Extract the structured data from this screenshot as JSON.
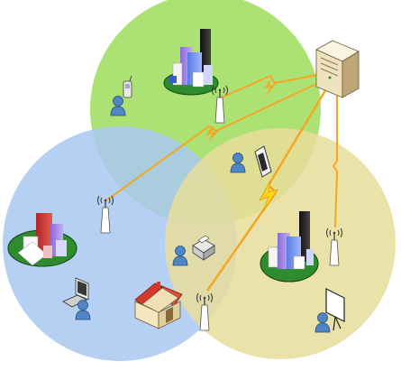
{
  "diagram": {
    "cells": [
      {
        "id": "green",
        "fill": "#9edd5c",
        "opacity": 0.85
      },
      {
        "id": "blue",
        "fill": "#a9c8f2",
        "opacity": 0.85
      },
      {
        "id": "yellow",
        "fill": "#e8dd9a",
        "opacity": 0.85
      }
    ],
    "colors": {
      "link": "#f5a623",
      "server": "#f2e6c8",
      "person_head": "#4f86c6",
      "city_green_base": "#2e8b2e",
      "house": "#f4e7c2",
      "roof": "#d33a2c"
    },
    "icons": [
      "server-icon",
      "city-icon",
      "antenna-tower-icon",
      "person-icon",
      "mobile-phone-icon",
      "pda-icon",
      "house-icon",
      "computer-icon",
      "printer-icon",
      "presentation-board-icon"
    ]
  }
}
